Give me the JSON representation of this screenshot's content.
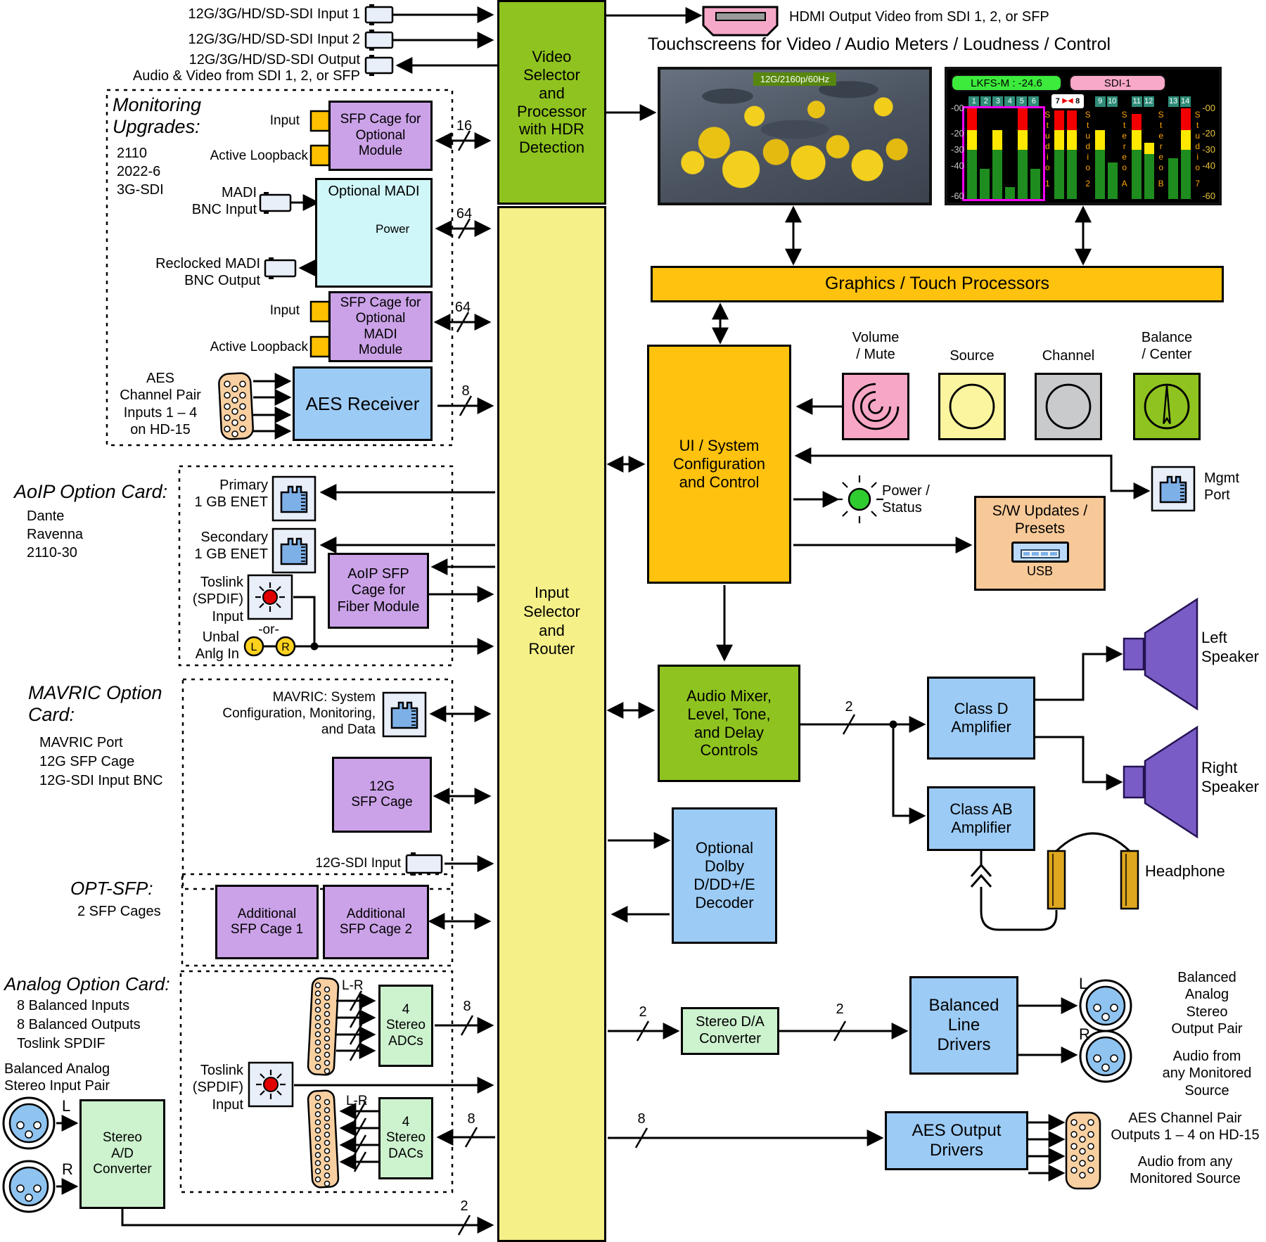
{
  "top_io": {
    "in1": "12G/3G/HD/SD-SDI Input 1",
    "in2": "12G/3G/HD/SD-SDI Input 2",
    "out": "12G/3G/HD/SD-SDI Output",
    "out_sub": "Audio & Video from SDI 1, 2, or SFP"
  },
  "center": {
    "video_selector": [
      "Video",
      "Selector",
      "and",
      "Processor",
      "with HDR",
      "Detection"
    ],
    "input_selector": [
      "Input",
      "Selector",
      "and",
      "Router"
    ]
  },
  "buses": {
    "sfp_video": "16",
    "madi_bnc": "64",
    "madi_sfp": "64",
    "aes_in": "8",
    "adc_out": "8",
    "dac_in": "8",
    "analog_ad": "2",
    "mixer_out": "2",
    "da_in": "2",
    "da_out": "2",
    "aes_out": "8"
  },
  "monitoring": {
    "title": [
      "Monitoring",
      "Upgrades:"
    ],
    "items": [
      "2110",
      "2022-6",
      "3G-SDI"
    ],
    "input_label": "Input",
    "loopback_label": "Active Loopback",
    "sfp_cage": [
      "SFP Cage for",
      "Optional",
      "Module"
    ],
    "madi_title": "Optional MADI",
    "power_label": "Power",
    "madi_in": [
      "MADI",
      "BNC Input"
    ],
    "madi_out": [
      "Reclocked MADI",
      "BNC Output"
    ],
    "input_label2": "Input",
    "loopback_label2": "Active Loopback",
    "madi_sfp_cage": [
      "SFP Cage for",
      "Optional",
      "MADI",
      "Module"
    ],
    "aes_receiver": "AES Receiver",
    "aes_in_label": [
      "AES",
      "Channel Pair",
      "Inputs 1 – 4",
      "on HD-15"
    ]
  },
  "aoip": {
    "title": "AoIP Option Card:",
    "items": [
      "Dante",
      "Ravenna",
      "2110-30"
    ],
    "primary": [
      "Primary",
      "1 GB ENET"
    ],
    "secondary": [
      "Secondary",
      "1 GB ENET"
    ],
    "sfp_cage": [
      "AoIP SFP",
      "Cage for",
      "Fiber Module"
    ],
    "toslink": [
      "Toslink",
      "(SPDIF)",
      "Input"
    ],
    "or_label": "-or-",
    "unbal": [
      "Unbal",
      "Anlg In"
    ],
    "left": "L",
    "right": "R"
  },
  "mavric": {
    "title": [
      "MAVRIC Option",
      "Card:"
    ],
    "items": [
      "MAVRIC Port",
      "12G SFP Cage",
      "12G-SDI Input BNC"
    ],
    "port_label": [
      "MAVRIC: System",
      "Configuration, Monitoring,",
      "and Data"
    ],
    "sfp_cage": [
      "12G",
      "SFP Cage"
    ],
    "sdi_input": "12G-SDI Input"
  },
  "optsfp": {
    "title": "OPT-SFP:",
    "sub": "2 SFP Cages",
    "cage1": [
      "Additional",
      "SFP Cage 1"
    ],
    "cage2": [
      "Additional",
      "SFP Cage 2"
    ]
  },
  "analog": {
    "title": "Analog Option Card:",
    "items": [
      "8 Balanced Inputs",
      "8 Balanced Outputs",
      "Toslink SPDIF"
    ],
    "input_pair": [
      "Balanced Analog",
      "Stereo Input Pair"
    ],
    "left": "L",
    "right": "R",
    "ad_converter": [
      "Stereo",
      "A/D",
      "Converter"
    ],
    "lr_top": "L-R",
    "lr_bottom": "L-R",
    "adcs": [
      "4",
      "Stereo",
      "ADCs"
    ],
    "dacs": [
      "4",
      "Stereo",
      "DACs"
    ],
    "toslink": [
      "Toslink",
      "(SPDIF)",
      "Input"
    ]
  },
  "video_out": {
    "hdmi_label": "HDMI Output Video from SDI 1, 2, or SFP",
    "touch_title": "Touchscreens for Video / Audio Meters / Loudness / Control",
    "overlay": "12G/2160p/60Hz"
  },
  "meter_screen": {
    "loudness": "LKFS-M : -24.6",
    "source": "SDI-1",
    "scale": [
      "-00",
      "-20",
      "-30",
      "-40",
      "-60"
    ],
    "solo_marker": "▶◀",
    "groups": [
      {
        "name": "Studio",
        "num": "1",
        "framed": true,
        "chips": [
          "1",
          "2",
          "3",
          "4",
          "5",
          "6"
        ],
        "bars": [
          [
            54,
            22,
            24
          ],
          [
            33,
            0,
            0
          ],
          [
            54,
            22,
            0
          ],
          [
            13,
            0,
            0
          ],
          [
            54,
            22,
            24
          ],
          [
            33,
            0,
            0
          ]
        ]
      },
      {
        "name": "Studio",
        "num": "2",
        "solo": true,
        "chips": [
          "7",
          "8"
        ],
        "bars": [
          [
            54,
            22,
            22
          ],
          [
            54,
            22,
            22
          ]
        ]
      },
      {
        "name": "Stereo",
        "num": "A",
        "chips": [
          "9",
          "10"
        ],
        "bars": [
          [
            54,
            22,
            0
          ],
          [
            40,
            0,
            0
          ]
        ]
      },
      {
        "name": "Stereo",
        "num": "B",
        "chips": [
          "11",
          "12"
        ],
        "bars": [
          [
            54,
            22,
            18
          ],
          [
            50,
            12,
            0
          ]
        ]
      },
      {
        "name": "Studio",
        "num": "7",
        "chips": [
          "13",
          "14"
        ],
        "bars": [
          [
            45,
            0,
            0
          ],
          [
            54,
            22,
            24
          ]
        ]
      }
    ]
  },
  "processing": {
    "graphics": "Graphics / Touch Processors",
    "ui": [
      "UI / System",
      "Configuration",
      "and Control"
    ],
    "knobs": [
      [
        "Volume",
        "/ Mute"
      ],
      "Source",
      "Channel",
      [
        "Balance",
        "/ Center"
      ]
    ],
    "power": [
      "Power /",
      "Status"
    ],
    "mgmt": [
      "Mgmt",
      "Port"
    ],
    "sw_updates": [
      "S/W Updates /",
      "Presets"
    ],
    "usb": "USB",
    "mixer": [
      "Audio Mixer,",
      "Level, Tone,",
      "and Delay",
      "Controls"
    ]
  },
  "output": {
    "class_d": [
      "Class D",
      "Amplifier"
    ],
    "class_ab": [
      "Class AB",
      "Amplifier"
    ],
    "left_speaker": [
      "Left",
      "Speaker"
    ],
    "right_speaker": [
      "Right",
      "Speaker"
    ],
    "headphone": "Headphone",
    "dolby": [
      "Optional",
      "Dolby",
      "D/DD+/E",
      "Decoder"
    ],
    "stereo_da": [
      "Stereo D/A",
      "Converter"
    ],
    "line_drivers": [
      "Balanced",
      "Line",
      "Drivers"
    ],
    "out_l": "L",
    "out_r": "R",
    "out_pair": [
      "Balanced",
      "Analog",
      "Stereo",
      "Output Pair"
    ],
    "out_src": [
      "Audio from",
      "any Monitored",
      "Source"
    ],
    "aes_drivers": [
      "AES Output",
      "Drivers"
    ],
    "aes_pair": [
      "AES Channel Pair",
      "Outputs 1 – 4  on HD-15"
    ],
    "aes_src": [
      "Audio from any",
      "Monitored Source"
    ]
  }
}
